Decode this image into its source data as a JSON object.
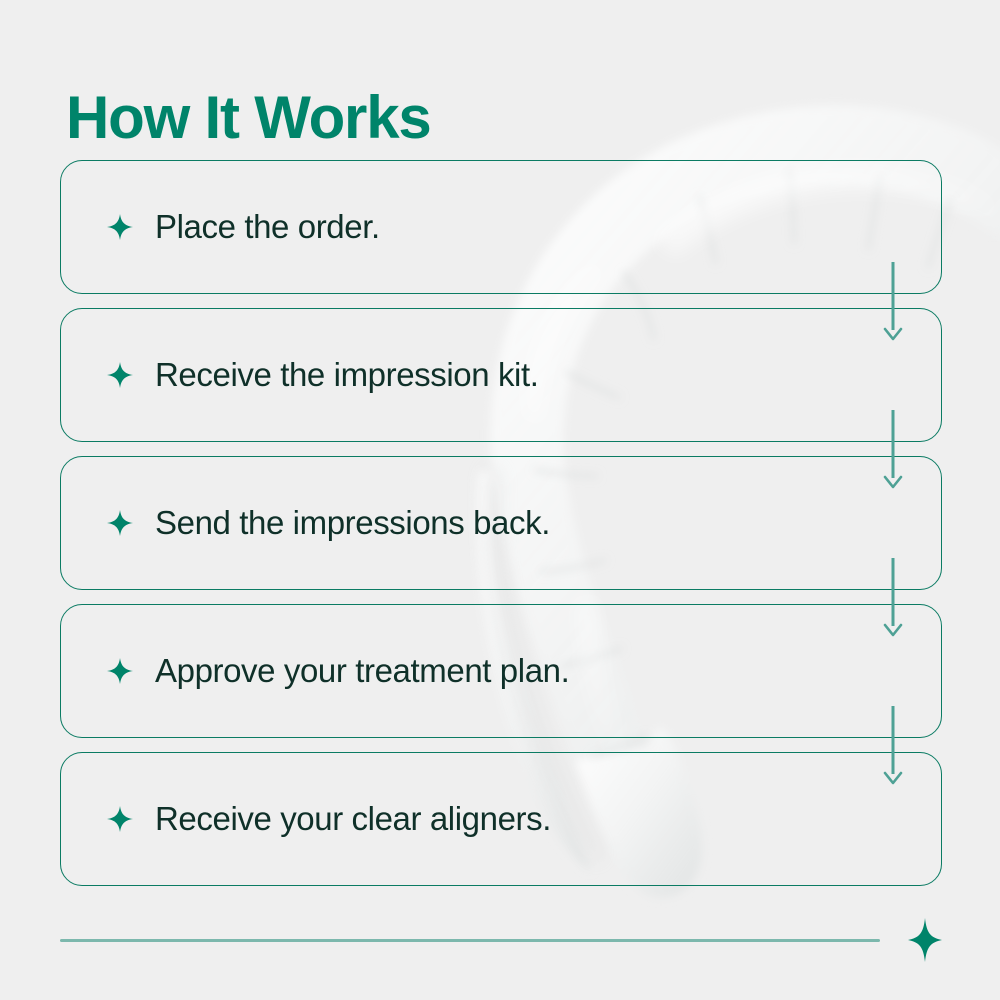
{
  "page": {
    "background_color": "#efefef",
    "accent_color": "#00846a",
    "border_color": "#0b7b63",
    "arrow_color": "#4ea195",
    "text_color": "#0f3029",
    "rule_color": "#7cb8ad"
  },
  "header": {
    "title": "How It Works"
  },
  "background_image": {
    "name": "clear-dental-aligner",
    "description": "translucent clear dental aligner arch"
  },
  "steps": {
    "bullet_icon": "sparkle-icon",
    "items": [
      {
        "index": 1,
        "label": "Place the order."
      },
      {
        "index": 2,
        "label": "Receive the impression kit."
      },
      {
        "index": 3,
        "label": "Send the impressions back."
      },
      {
        "index": 4,
        "label": "Approve your treatment plan."
      },
      {
        "index": 5,
        "label": "Receive your clear aligners."
      }
    ]
  },
  "connectors": {
    "count": 4,
    "icon": "down-arrow-icon"
  },
  "footer": {
    "rule": "divider-line",
    "sparkle_icon": "sparkle-icon"
  }
}
